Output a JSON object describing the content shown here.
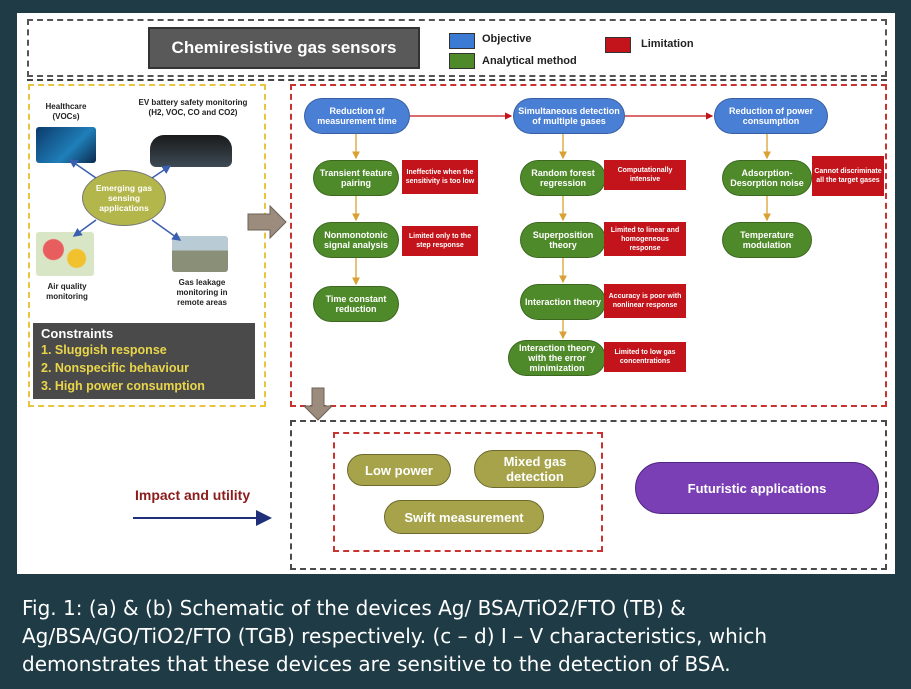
{
  "header": {
    "title": "Chemiresistive gas sensors",
    "legend": [
      {
        "label": "Objective",
        "color": "#3b7bd4"
      },
      {
        "label": "Analytical method",
        "color": "#4f8a2a"
      },
      {
        "label": "Limitation",
        "color": "#c4141b"
      }
    ]
  },
  "left": {
    "hub": "Emerging gas sensing applications",
    "apps": [
      {
        "label": "Healthcare (VOCs)",
        "icon": "healthcare-icon"
      },
      {
        "label": "EV battery safety monitoring (H2, VOC, CO and CO2)",
        "icon": "ev-battery-icon"
      },
      {
        "label": "Air quality monitoring",
        "icon": "air-quality-icon"
      },
      {
        "label": "Gas leakage monitoring in remote areas",
        "icon": "gas-leak-icon"
      }
    ],
    "constraints": {
      "title": "Constraints",
      "items": [
        "1.  Sluggish response",
        "2.  Nonspecific behaviour",
        "3.  High power consumption"
      ]
    }
  },
  "flow": {
    "col1": {
      "objective": "Reduction of measurement time",
      "methods": [
        "Transient feature pairing",
        "Nonmonotonic signal analysis",
        "Time constant reduction"
      ],
      "limits": [
        "Ineffective when the sensitivity is too low",
        "Limited only to the step response"
      ]
    },
    "col2": {
      "objective": "Simultaneous detection of multiple gases",
      "methods": [
        "Random forest regression",
        "Superposition theory",
        "Interaction theory",
        "Interaction theory with the error minimization"
      ],
      "limits": [
        "Computationally intensive",
        "Limited to linear and homogeneous response",
        "Accuracy is poor with nonlinear response",
        "Limited to low gas concentrations"
      ]
    },
    "col3": {
      "objective": "Reduction of power consumption",
      "methods": [
        "Adsorption-Desorption noise",
        "Temperature modulation"
      ],
      "limits": [
        "Cannot discriminate all the target gases"
      ]
    }
  },
  "bottom": {
    "impact_label": "Impact and utility",
    "items": [
      "Low power",
      "Mixed gas detection",
      "Swift measurement"
    ],
    "futuristic": "Futuristic applications"
  },
  "caption": {
    "line1": "Fig. 1: (a) & (b) Schematic of the devices Ag/ BSA/TiO2/FTO (TB) &",
    "line2": "Ag/BSA/GO/TiO2/FTO (TGB) respectively. (c – d) I – V characteristics, which",
    "line3": "demonstrates that these devices are sensitive to the detection of BSA."
  }
}
